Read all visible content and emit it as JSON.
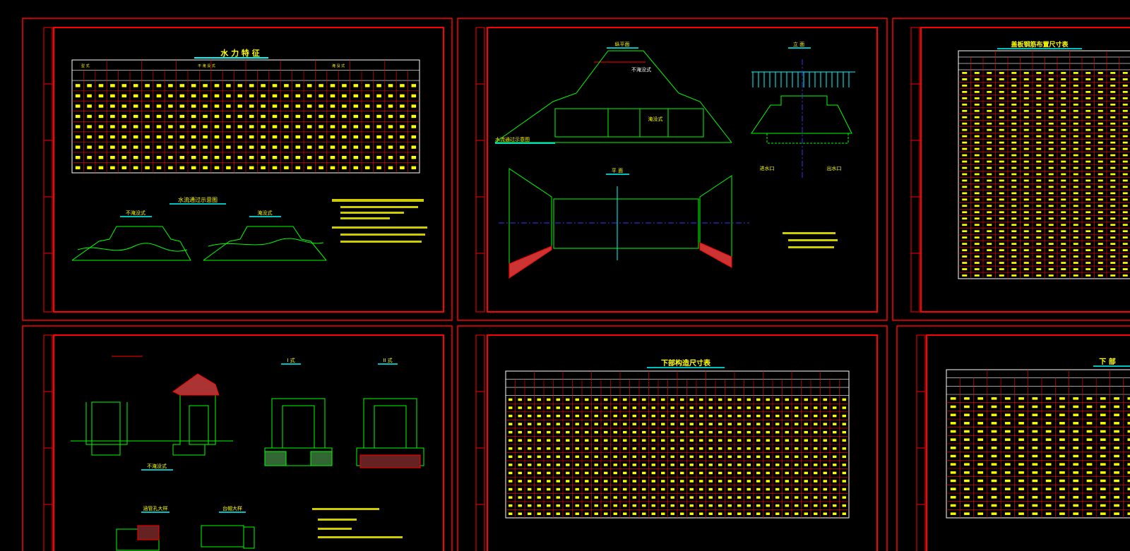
{
  "colors": {
    "background": "#000000",
    "frame": "#ff0000",
    "table": "#ffffff",
    "text": "#ffff00",
    "title_underline": "#00ffff",
    "structure": "#00ff00",
    "dimension": "#ff0000",
    "axis": "#3333ff"
  },
  "sheets": [
    {
      "id": "sheet1",
      "title": "水 力 特 征",
      "table_groups": [
        "型 式",
        "不 淹 没 式",
        "淹 没 式"
      ],
      "section_title": "水流通过示意图",
      "left_label": "不淹没式",
      "right_label": "淹没式"
    },
    {
      "id": "sheet2",
      "view_long": "纵平面",
      "view_elev": "立 面",
      "view_plan": "平 面",
      "label_unsub": "不淹没式",
      "label_sub": "淹没式",
      "label_flow": "水流通过示意图",
      "label_inlet": "进水口",
      "label_outlet": "出水口"
    },
    {
      "id": "sheet3",
      "title": "盖板钢筋布置尺寸表"
    },
    {
      "id": "sheet4",
      "label_i": "I 式",
      "label_ii": "II 式",
      "label_unsub": "不淹没式",
      "label_detail_a": "涵管孔大样",
      "label_detail_b": "台帽大样"
    },
    {
      "id": "sheet5",
      "title": "下部构造尺寸表"
    },
    {
      "id": "sheet6",
      "title": "下 部"
    }
  ]
}
